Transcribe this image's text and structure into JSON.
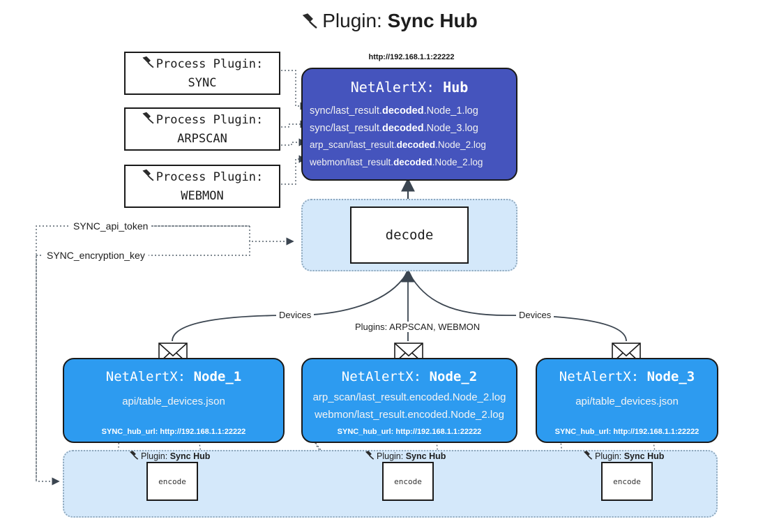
{
  "title": {
    "icon": "plug-icon",
    "prefix": "Plugin:",
    "name": "Sync Hub"
  },
  "process_plugins": [
    {
      "icon": "plug-icon",
      "line1": "Process Plugin:",
      "line2": "SYNC"
    },
    {
      "icon": "plug-icon",
      "line1": "Process Plugin:",
      "line2": "ARPSCAN"
    },
    {
      "icon": "plug-icon",
      "line1": "Process Plugin:",
      "line2": "WEBMON"
    }
  ],
  "hub": {
    "url": "http://192.168.1.1:22222",
    "title_prefix": "NetAlertX:",
    "title_name": "Hub",
    "logs": [
      {
        "pre": "sync/last_result.",
        "mid": "decoded",
        "post": ".Node_1.log"
      },
      {
        "pre": "sync/last_result.",
        "mid": "decoded",
        "post": ".Node_3.log"
      },
      {
        "pre": "arp_scan/last_result.",
        "mid": "decoded",
        "post": ".Node_2.log"
      },
      {
        "pre": "webmon/last_result.",
        "mid": "decoded",
        "post": ".Node_2.log"
      }
    ]
  },
  "decode": {
    "label": "decode"
  },
  "secrets": [
    {
      "label": "SYNC_api_token"
    },
    {
      "label": "SYNC_encryption_key"
    }
  ],
  "edge_labels": {
    "devices_left": "Devices",
    "devices_right": "Devices",
    "plugins_center": "Plugins: ARPSCAN, WEBMON"
  },
  "nodes": [
    {
      "title_prefix": "NetAlertX:",
      "title_name": "Node_1",
      "lines": [
        "api/table_devices.json"
      ],
      "hub_url_label": "SYNC_hub_url: http://192.168.1.1:22222",
      "icon": "envelope-icon"
    },
    {
      "title_prefix": "NetAlertX:",
      "title_name": "Node_2",
      "lines": [
        "arp_scan/last_result.encoded.Node_2.log",
        "webmon/last_result.encoded.Node_2.log"
      ],
      "hub_url_label": "SYNC_hub_url: http://192.168.1.1:22222",
      "icon": "envelope-icon"
    },
    {
      "title_prefix": "NetAlertX:",
      "title_name": "Node_3",
      "lines": [
        "api/table_devices.json"
      ],
      "hub_url_label": "SYNC_hub_url: http://192.168.1.1:22222",
      "icon": "envelope-icon"
    }
  ],
  "encoders": [
    {
      "plugin_prefix": "Plugin:",
      "plugin_name": "Sync Hub",
      "box_label": "encode",
      "icon": "plug-icon"
    },
    {
      "plugin_prefix": "Plugin:",
      "plugin_name": "Sync Hub",
      "box_label": "encode",
      "icon": "plug-icon"
    },
    {
      "plugin_prefix": "Plugin:",
      "plugin_name": "Sync Hub",
      "box_label": "encode",
      "icon": "plug-icon"
    }
  ],
  "colors": {
    "hub_fill": "#4554bd",
    "node_fill": "#2d9bf0",
    "container_fill": "#d4e8fa",
    "stroke": "#1a1a1a",
    "dotted": "#55606b"
  }
}
